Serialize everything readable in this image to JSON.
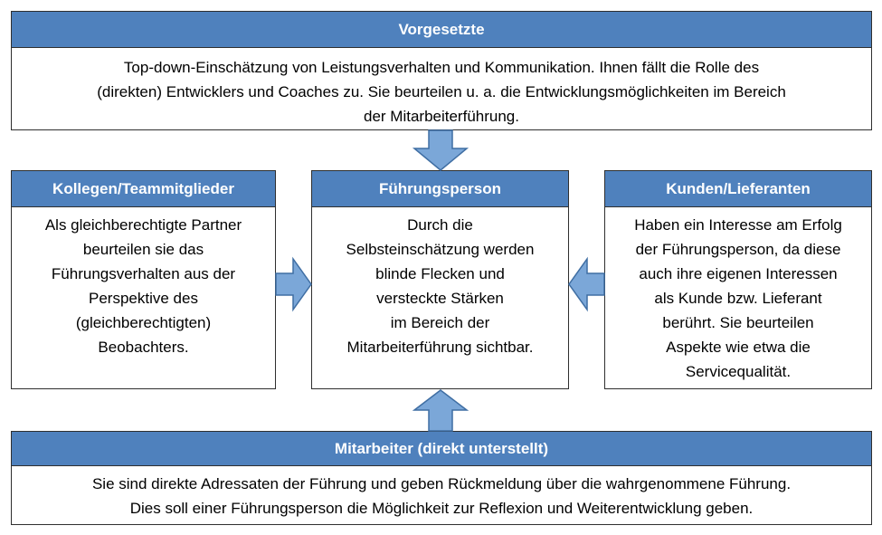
{
  "colors": {
    "header_fill": "#4f81bd",
    "header_text": "#ffffff",
    "arrow_fill": "#7ba7d8",
    "arrow_stroke": "#3f6ea3",
    "border": "#2f2f2f"
  },
  "boxes": {
    "top": {
      "title": "Vorgesetzte",
      "lines": [
        "Top-down-Einschätzung von Leistungsverhalten und Kommunikation. Ihnen fällt die Rolle des",
        "(direkten) Entwicklers und Coaches zu. Sie beurteilen u. a. die Entwicklungsmöglichkeiten im Bereich",
        "der Mitarbeiterführung."
      ]
    },
    "left": {
      "title": "Kollegen/Teammitglieder",
      "lines": [
        "Als gleichberechtigte Partner",
        "beurteilen sie das",
        "Führungsverhalten aus der",
        "Perspektive des",
        "(gleichberechtigten)",
        "Beobachters."
      ]
    },
    "center": {
      "title": "Führungsperson",
      "lines": [
        "Durch die",
        "Selbsteinschätzung werden",
        "blinde Flecken und",
        "versteckte Stärken",
        "im Bereich der",
        "Mitarbeiterführung sichtbar."
      ]
    },
    "right": {
      "title": "Kunden/Lieferanten",
      "lines": [
        "Haben ein Interesse am Erfolg",
        "der Führungsperson, da diese",
        "auch ihre eigenen Interessen",
        "als Kunde bzw. Lieferant",
        "berührt. Sie beurteilen",
        "Aspekte wie etwa die",
        "Servicequalität."
      ]
    },
    "bottom": {
      "title": "Mitarbeiter (direkt unterstellt)",
      "lines": [
        "Sie sind direkte Adressaten der Führung und geben Rückmeldung über die wahrgenommene Führung.",
        "Dies soll einer Führungsperson die Möglichkeit zur Reflexion und Weiterentwicklung geben."
      ]
    }
  }
}
